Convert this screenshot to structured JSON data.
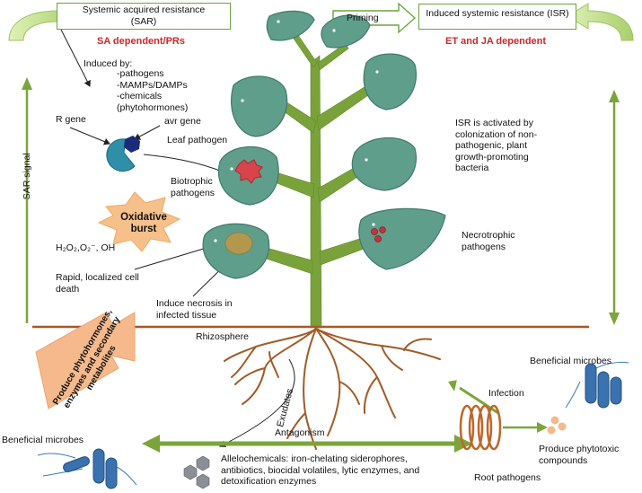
{
  "sar": {
    "box_label": "Systemic acquired resistance\n(SAR)",
    "dependency": "SA dependent/PRs",
    "induced_by_title": "Induced by:",
    "induced_by_items": "-pathogens\n-MAMPs/DAMPs\n-chemicals\n(phytohormones)",
    "signal_label": "SAR signal"
  },
  "isr": {
    "priming_label": "Priming",
    "box_label": "Induced systemic resistance (ISR)",
    "dependency": "ET and JA dependent",
    "activation_text": "ISR is activated by\ncolonization of non-\npathogenic, plant\ngrowth-promoting\nbacteria"
  },
  "leaf": {
    "r_gene": "R gene",
    "avr_gene": "avr gene",
    "leaf_pathogen": "Leaf pathogen",
    "biotrophic": "Biotrophic\npathogens",
    "necrotrophic": "Necrotrophic\npathogens",
    "oxidative_burst": "Oxidative\nburst",
    "ros": "H₂O₂,O₂⁻, OH",
    "cell_death": "Rapid, localized cell\ndeath",
    "necrosis": "Induce necrosis in\ninfected tissue"
  },
  "soil": {
    "rhizosphere": "Rhizosphere",
    "produce_arrow": "Produce phytohormones,\nenzymes and secondary\nmetabolites",
    "exudates": "Exudates",
    "antagonism": "Antagonism",
    "beneficial_left": "Beneficial microbes",
    "beneficial_right": "Beneficial microbes",
    "infection": "Infection",
    "phytotoxic": "Produce phytotoxic\ncompounds",
    "root_pathogens": "Root pathogens",
    "allelochemicals": "Allelochemicals: iron-chelating siderophores,\nantibiotics, biocidal volatiles, lytic enzymes, and\ndetoxification enzymes"
  },
  "colors": {
    "leaf_fill": "#5e9e8a",
    "leaf_stroke": "#3f7a68",
    "stem": "#7aa23a",
    "root": "#a35a26",
    "arrow_green": "#7ba53a",
    "emphasis_red": "#d1262a",
    "burst": "#f6c08a",
    "produce_arrow": "#f5b98c"
  }
}
